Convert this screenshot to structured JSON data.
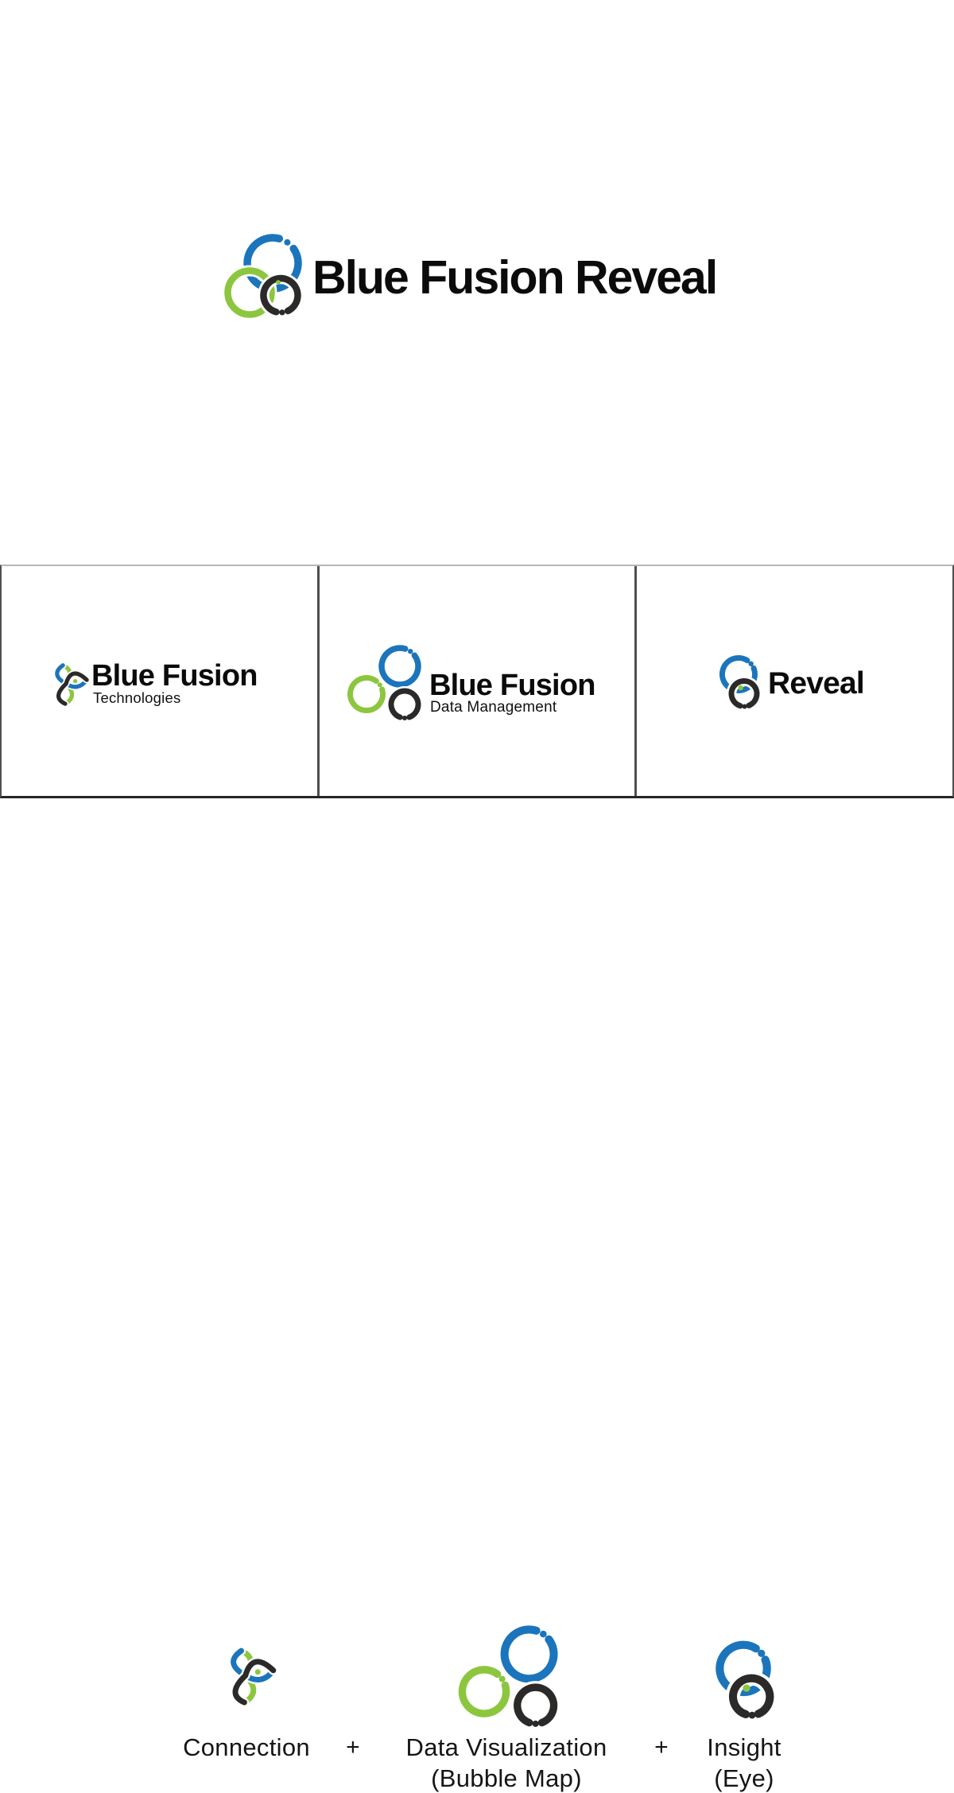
{
  "palette": {
    "blue": "#1B75BC",
    "green": "#8CC63F",
    "dark": "#2B2A29",
    "ink": "#0c0c0c"
  },
  "main_logo": {
    "title": "Blue Fusion Reveal",
    "icon": "three-interlocked-rings"
  },
  "variants": [
    {
      "name": "Blue Fusion",
      "tagline": "Technologies",
      "icon": "trefoil-eye-mark"
    },
    {
      "name": "Blue Fusion",
      "tagline": "Data Management",
      "icon": "bubble-cluster-mark"
    },
    {
      "name": "Reveal",
      "tagline": "",
      "icon": "eye-rings-mark"
    }
  ],
  "concepts": {
    "plus": "+",
    "items": [
      {
        "label": "Connection",
        "sub": "",
        "icon": "trefoil-eye-mark"
      },
      {
        "label": "Data Visualization",
        "sub": "(Bubble Map)",
        "icon": "bubble-cluster-mark"
      },
      {
        "label": "Insight",
        "sub": "(Eye)",
        "icon": "eye-rings-mark"
      }
    ]
  }
}
